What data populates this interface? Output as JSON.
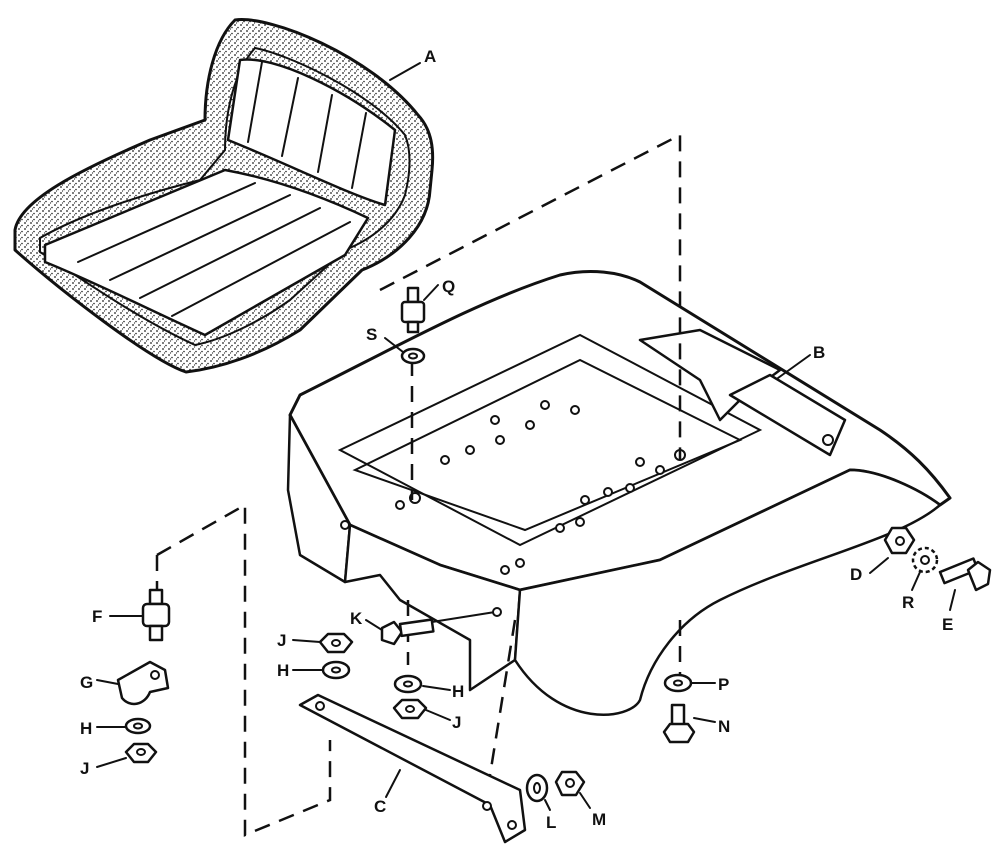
{
  "callouts": {
    "A": "A",
    "B": "B",
    "C": "C",
    "D": "D",
    "E": "E",
    "F": "F",
    "G": "G",
    "H": "H",
    "J": "J",
    "K": "K",
    "L": "L",
    "M": "M",
    "N": "N",
    "P": "P",
    "Q": "Q",
    "R": "R",
    "S": "S"
  }
}
